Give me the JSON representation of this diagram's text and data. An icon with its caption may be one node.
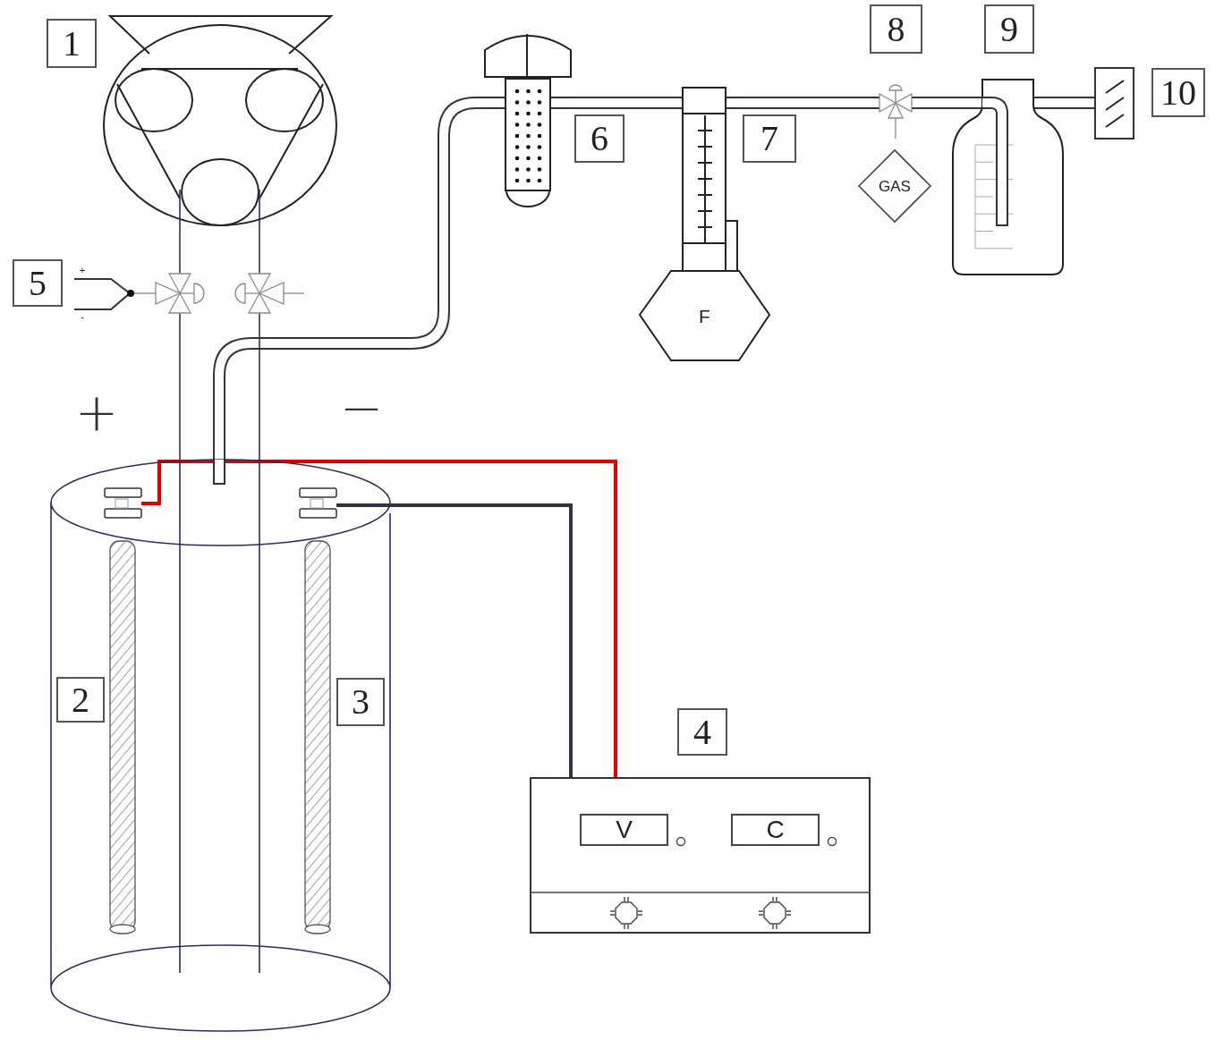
{
  "diagram": {
    "nodes": [
      {
        "text": [],
        "shape": "picture"
      },
      {
        "text": [],
        "shape": "picture"
      },
      {
        "text": [],
        "shape": "picture"
      },
      {
        "text": [],
        "shape": "picture"
      },
      {
        "text": [],
        "shape": "picture"
      },
      {
        "text": [],
        "shape": "box"
      },
      {
        "text": [
          "GAS"
        ]
      },
      {
        "text": [
          "F"
        ]
      },
      {
        "text": [],
        "shape": "picture",
        "beside": [
          "+",
          "-"
        ]
      },
      {
        "text": [],
        "shape": "picture"
      },
      {
        "text": [],
        "shape": "picture"
      },
      {
        "text": [],
        "shape": "cylinder"
      },
      {
        "text": [],
        "shape": "picture",
        "in": 11
      },
      {
        "text": [],
        "shape": "picture",
        "in": 11
      },
      {
        "text": [],
        "shape": "box"
      },
      {
        "text": [
          "V"
        ],
        "in": 14
      },
      {
        "text": [
          "C"
        ],
        "in": 14
      }
    ],
    "edges": [
      {
        "from": 0,
        "to": 9,
        "arrow": "none"
      },
      {
        "from": 9,
        "to": 11,
        "arrow": "none"
      },
      {
        "from": 0,
        "to": 10,
        "arrow": "none"
      },
      {
        "from": 10,
        "to": 11,
        "arrow": "none"
      },
      {
        "from": 8,
        "to": 9,
        "arrow": "none",
        "color": "#999999"
      },
      {
        "from": 11,
        "to": 1,
        "arrow": "none"
      },
      {
        "from": 1,
        "to": 2,
        "arrow": "none"
      },
      {
        "from": 2,
        "to": 3,
        "arrow": "none"
      },
      {
        "from": 3,
        "to": 4,
        "arrow": "none"
      },
      {
        "from": 4,
        "to": 5,
        "arrow": "none"
      },
      {
        "from": 12,
        "to": 14,
        "arrow": "none",
        "color": "#e00000"
      },
      {
        "from": 13,
        "to": 14,
        "arrow": "none"
      }
    ],
    "labels": [
      "1",
      "8",
      "9",
      "10",
      "6",
      "7",
      "5",
      "+",
      "−",
      "2",
      "3",
      "4"
    ]
  }
}
